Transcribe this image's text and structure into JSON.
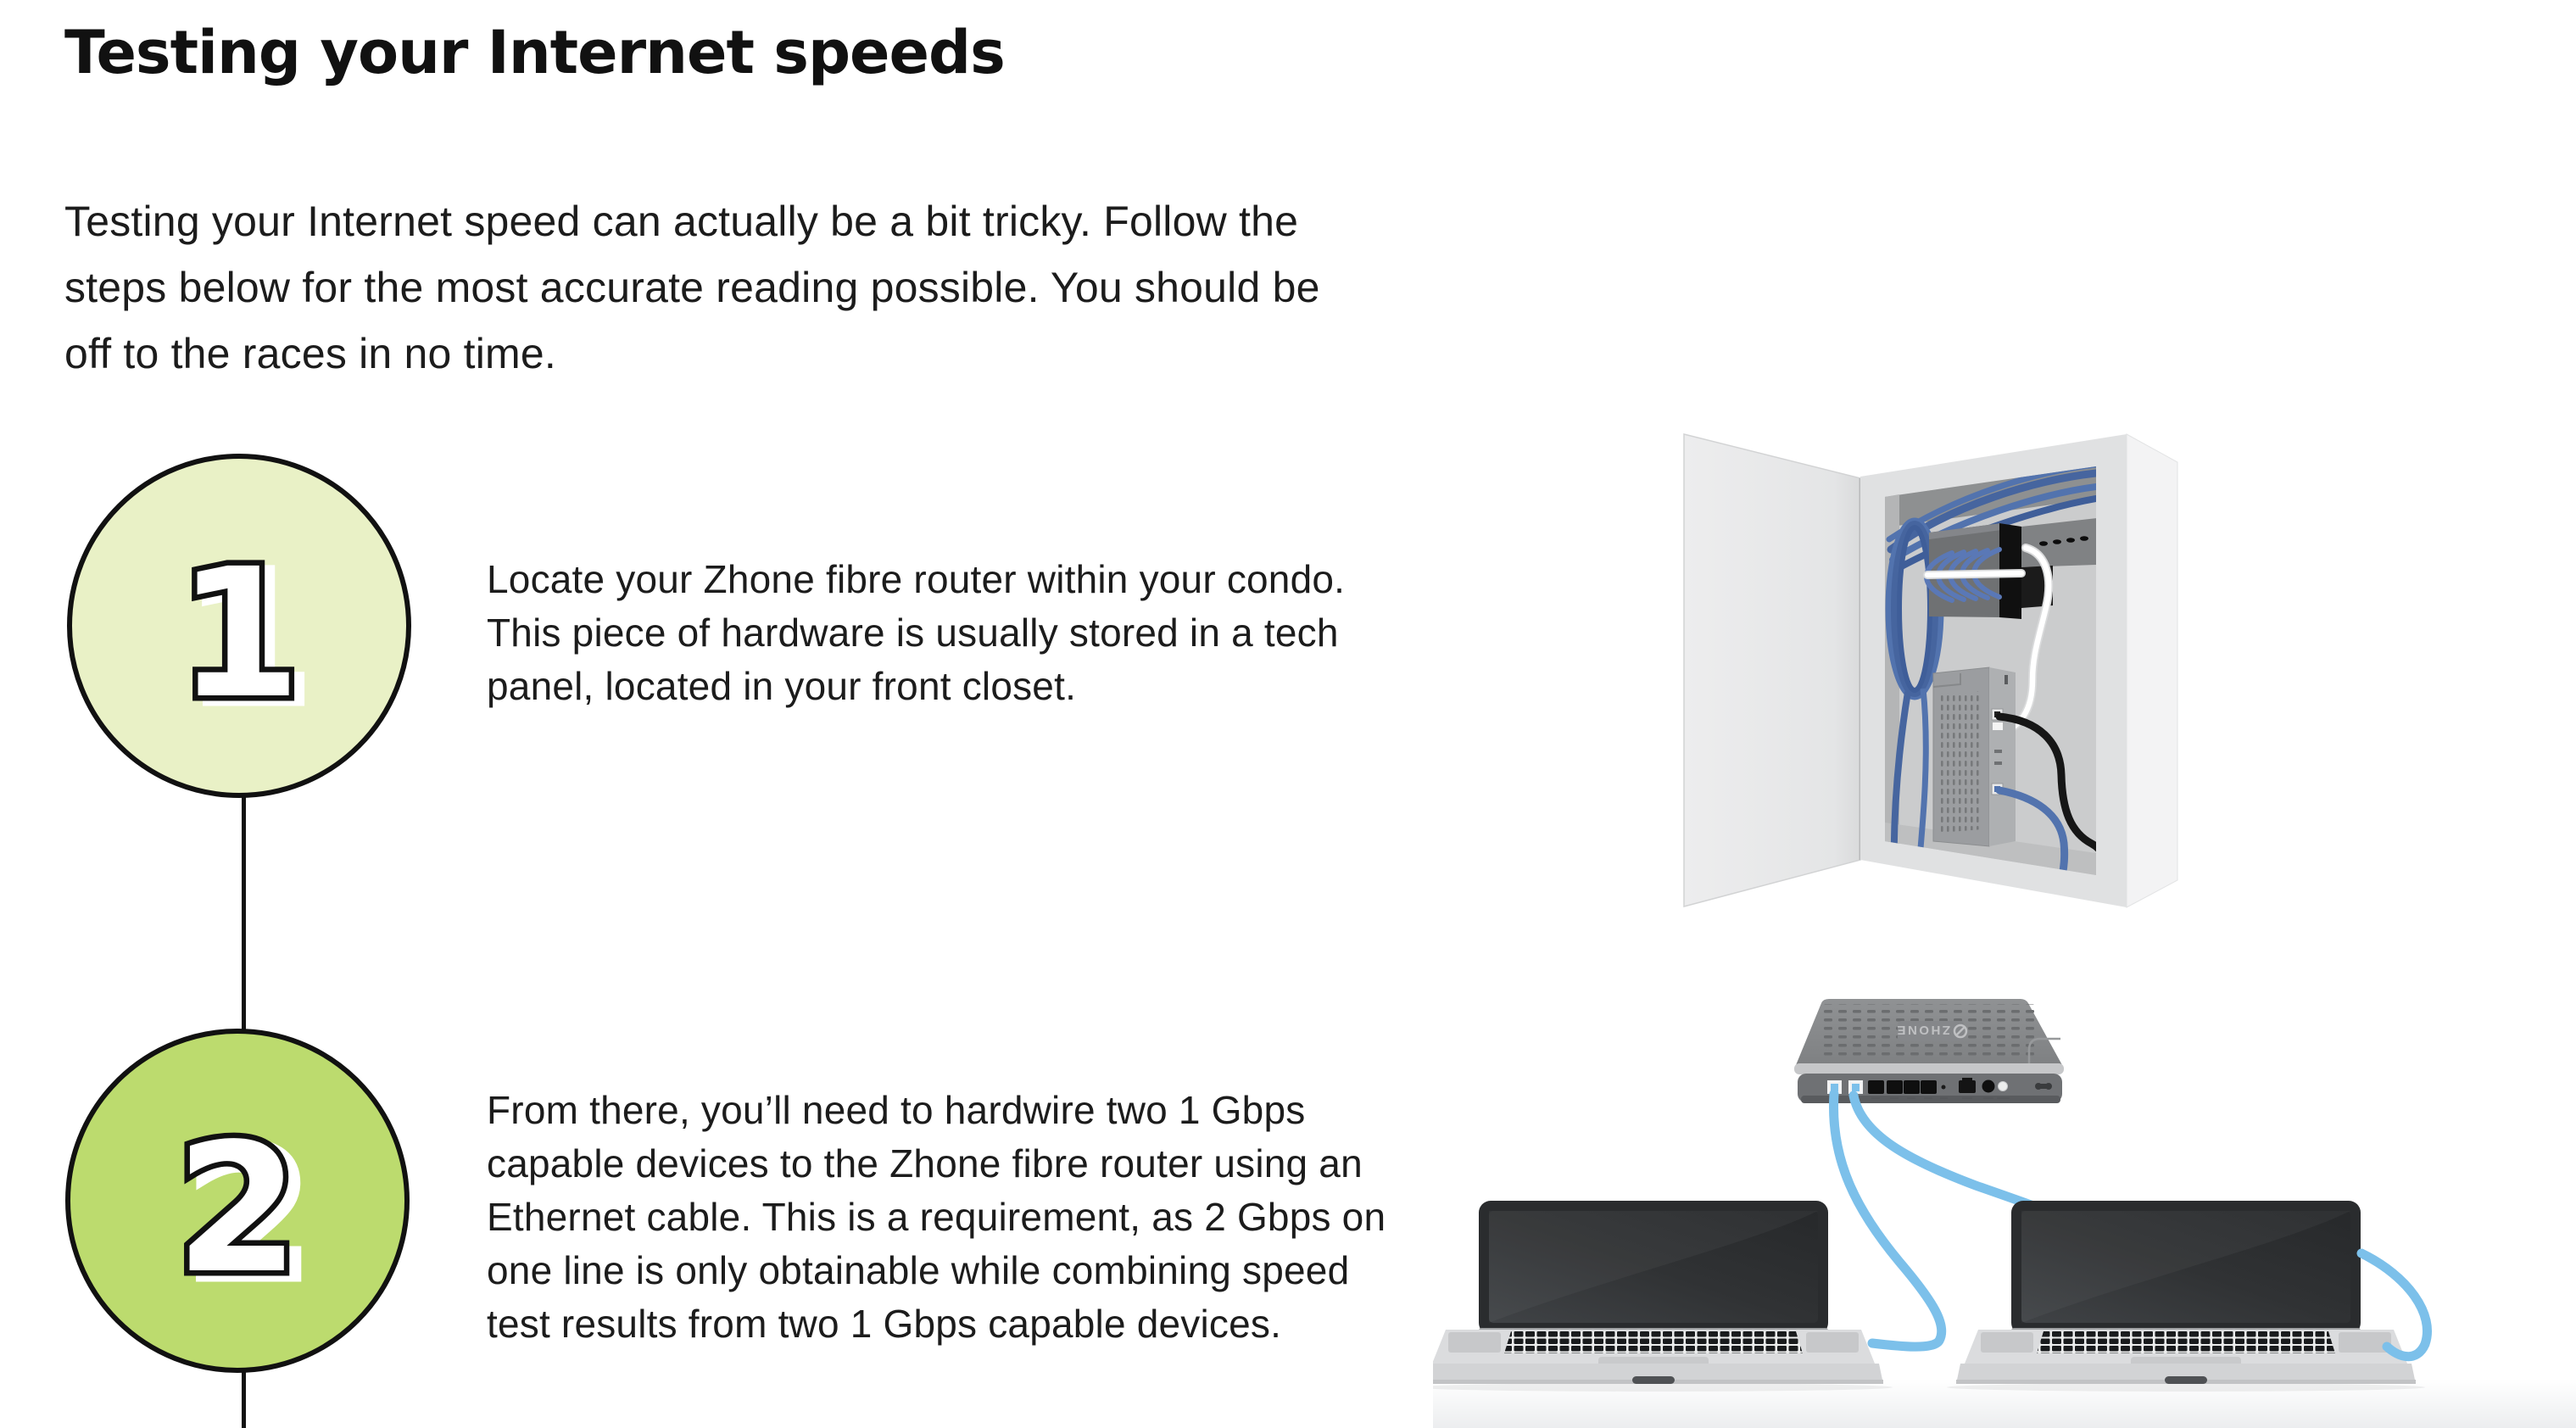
{
  "page": {
    "title": "Testing your Internet speeds",
    "intro": "Testing your Internet speed can actually be a bit tricky. Follow the steps below for the most accurate reading possible. You should be off to the races in no time.",
    "background": "#ffffff",
    "text_color": "#1c1c1c"
  },
  "steps": [
    {
      "number": "1",
      "circle_color": "#e9f1c6",
      "text": "Locate your Zhone fibre router within your condo. This piece of hardware is usually stored in a tech panel, located in your front closet."
    },
    {
      "number": "2",
      "circle_color": "#bcdb6e",
      "text": "From there, you’ll need to hardwire two 1 Gbps capable devices to the Zhone fibre router using an Ethernet cable. This is a requirement, as 2 Gbps on one line is only obtainable while combining speed test results from two 1 Gbps capable devices."
    }
  ],
  "illustrations": {
    "tech_panel": {
      "name": "tech-panel-closet"
    },
    "router_laptops": {
      "name": "router-with-two-laptops",
      "router_brand": "ZHONE"
    }
  },
  "colors": {
    "circle_outline": "#111111",
    "connector_line": "#111111",
    "ethernet_cable_blue": "#7cc0ea",
    "network_cable_blue": "#4a69a8",
    "step1_circle": "#e9f1c6",
    "step2_circle": "#bcdb6e"
  }
}
